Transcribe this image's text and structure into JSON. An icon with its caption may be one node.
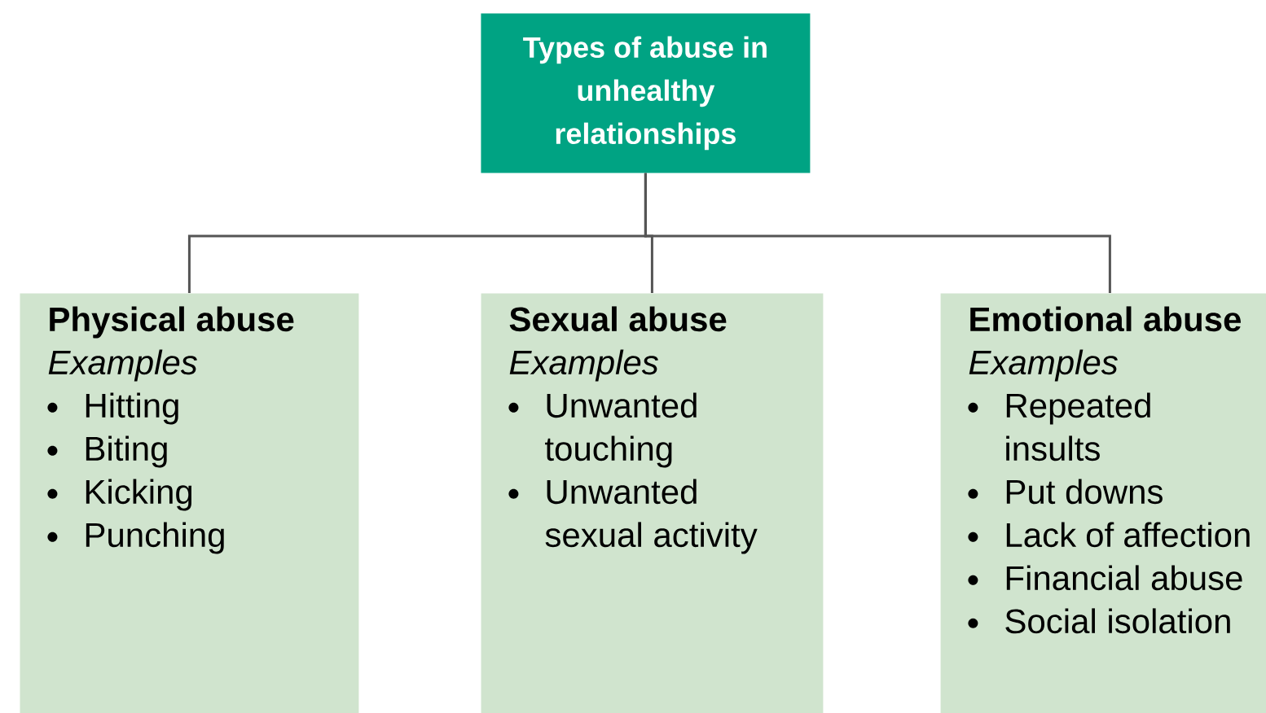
{
  "diagram": {
    "nodes": [
      {
        "text": [
          "Types of abuse in unhealthy relationships"
        ]
      },
      {
        "text": [
          "Physical abuse",
          "Examples",
          "Hitting",
          "Biting",
          "Kicking",
          "Punching"
        ]
      },
      {
        "text": [
          "Sexual abuse",
          "Examples",
          "Unwanted touching",
          "Unwanted sexual activity"
        ]
      },
      {
        "text": [
          "Emotional abuse",
          "Examples",
          "Repeated insults",
          "Put downs",
          "Lack of affection",
          "Financial abuse",
          "Social isolation"
        ]
      }
    ],
    "edges": [
      {
        "from": 0,
        "to": 1,
        "arrow": "none"
      },
      {
        "from": 0,
        "to": 2,
        "arrow": "none"
      },
      {
        "from": 0,
        "to": 3,
        "arrow": "none"
      }
    ]
  }
}
